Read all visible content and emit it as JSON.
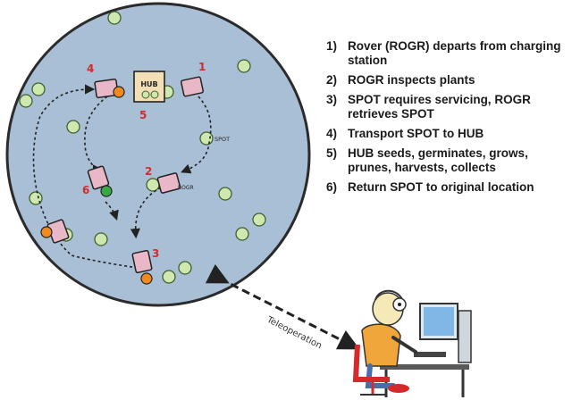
{
  "steps": [
    {
      "num": "1)",
      "text": "Rover (ROGR) departs from charging station"
    },
    {
      "num": "2)",
      "text": "ROGR inspects plants"
    },
    {
      "num": "3)",
      "text": "SPOT requires servicing, ROGR retrieves SPOT"
    },
    {
      "num": "4)",
      "text": "Transport SPOT to HUB"
    },
    {
      "num": "5)",
      "text": "HUB seeds, germinates, grows, prunes, harvests, collects"
    },
    {
      "num": "6)",
      "text": "Return SPOT to original location"
    }
  ],
  "labels": {
    "hub": "HUB",
    "spot": "SPOT",
    "rogr": "ROGR",
    "teleoperation": "Teleoperation",
    "n1": "1",
    "n2": "2",
    "n3": "3",
    "n4": "4",
    "n5": "5",
    "n6": "6"
  },
  "colors": {
    "field": "#a9bfd6",
    "field_border": "#2b2b2b",
    "plant": "#cfe8b0",
    "rover": "#e8b8c8",
    "hub": "#f2dfb5",
    "spot_green": "#3aa845",
    "spot_orange": "#f08a1c",
    "step_number": "#d42a2a"
  },
  "icons": [
    "rover-icon",
    "plant-icon",
    "hub-icon",
    "operator-at-computer-icon"
  ]
}
